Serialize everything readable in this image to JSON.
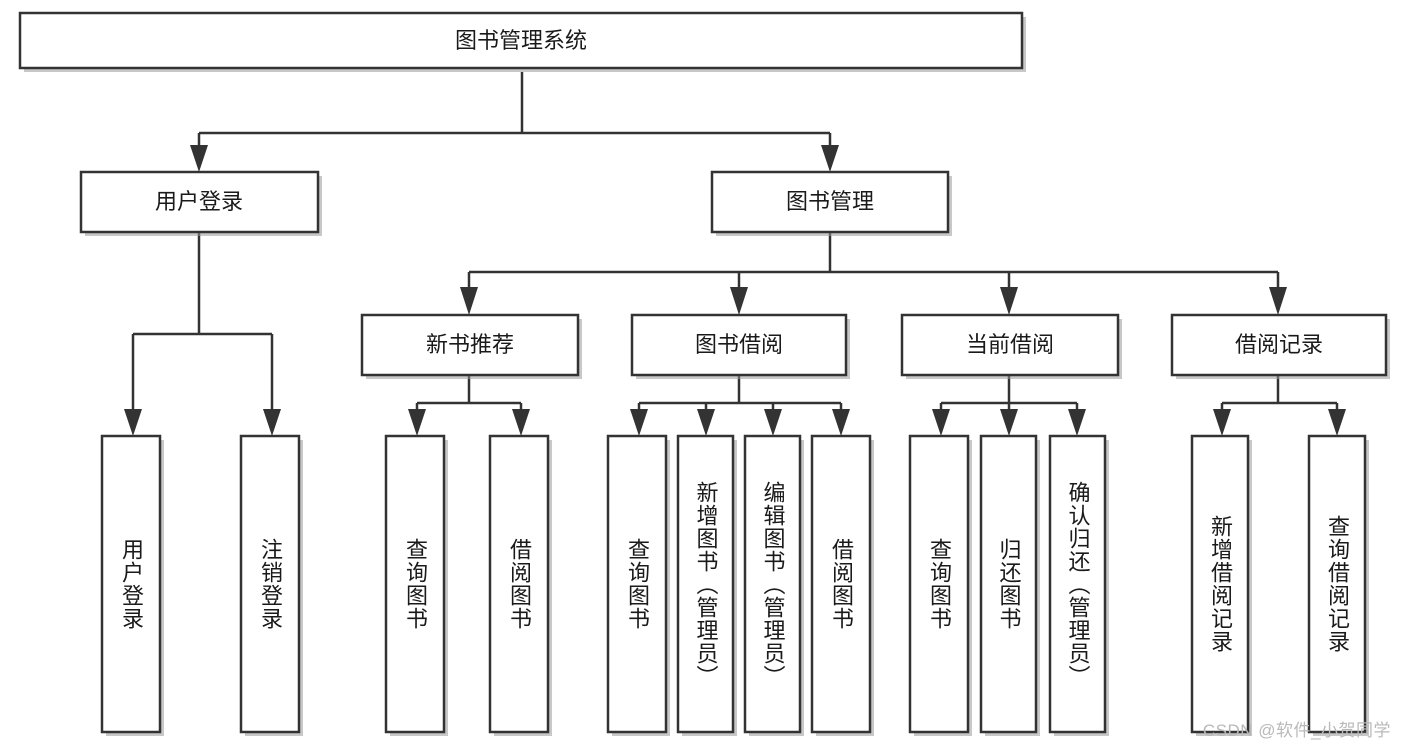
{
  "diagram": {
    "type": "tree-hierarchy-chart",
    "title": "图书管理系统",
    "orientation": "top-down",
    "colors": {
      "box_fill": "#ffffff",
      "box_stroke": "#333333",
      "text": "#1a1a1a",
      "watermark": "#b9b9b9",
      "background": "#ffffff"
    },
    "root": {
      "label": "图书管理系统"
    },
    "level2": [
      {
        "id": "user-login",
        "label": "用户登录"
      },
      {
        "id": "book-management",
        "label": "图书管理"
      }
    ],
    "level3": [
      {
        "id": "new-book-recommend",
        "label": "新书推荐"
      },
      {
        "id": "book-borrow",
        "label": "图书借阅"
      },
      {
        "id": "current-borrow",
        "label": "当前借阅"
      },
      {
        "id": "borrow-record",
        "label": "借阅记录"
      }
    ],
    "leaves": {
      "user_login": [
        {
          "id": "leaf-user-login",
          "label": "用户登录"
        },
        {
          "id": "leaf-logout-login",
          "label": "注销登录"
        }
      ],
      "new_book_recommend": [
        {
          "id": "leaf-query-books-1",
          "label": "查询图书"
        },
        {
          "id": "leaf-borrow-books-1",
          "label": "借阅图书"
        }
      ],
      "book_borrow": [
        {
          "id": "leaf-query-books-2",
          "label": "查询图书"
        },
        {
          "id": "leaf-add-book",
          "label": "新增图书（管理员）"
        },
        {
          "id": "leaf-edit-book",
          "label": "编辑图书（管理员）"
        },
        {
          "id": "leaf-borrow-books-2",
          "label": "借阅图书"
        }
      ],
      "current_borrow": [
        {
          "id": "leaf-query-books-3",
          "label": "查询图书"
        },
        {
          "id": "leaf-return-book",
          "label": "归还图书"
        },
        {
          "id": "leaf-confirm-return",
          "label": "确认归还（管理员）"
        }
      ],
      "borrow_record": [
        {
          "id": "leaf-add-record",
          "label": "新增借阅记录"
        },
        {
          "id": "leaf-query-record",
          "label": "查询借阅记录"
        }
      ]
    }
  },
  "watermark": {
    "text": "CSDN @软件_小贺同学"
  }
}
